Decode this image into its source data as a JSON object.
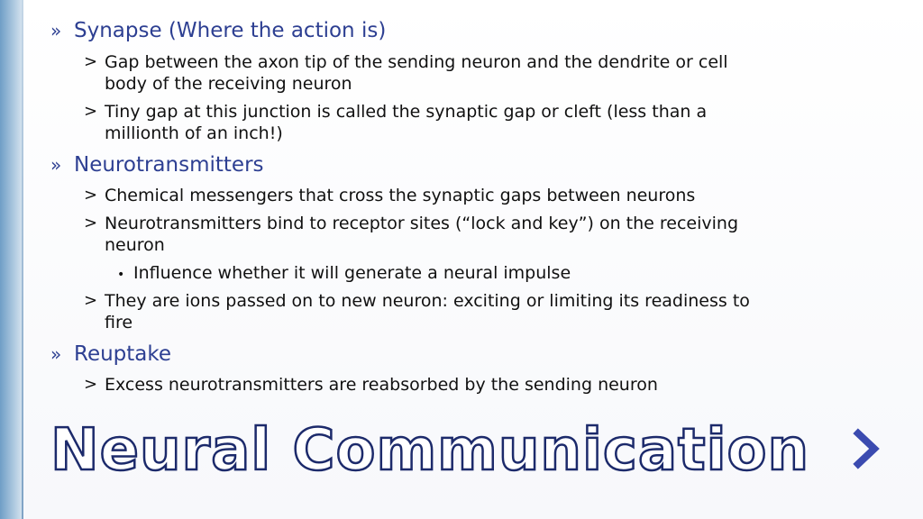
{
  "slide": {
    "title": "Neural Communication",
    "bullets": [
      {
        "marker": "»",
        "text": "Synapse  (Where the action is)",
        "children": [
          {
            "marker": ">",
            "lines": [
              "Gap between the axon tip of the sending neuron and the dendrite or cell",
              "body of the receiving neuron"
            ]
          },
          {
            "marker": ">",
            "lines": [
              "Tiny gap at this junction is called the synaptic gap or cleft  (less than a",
              "millionth of an inch!)"
            ]
          }
        ]
      },
      {
        "marker": "»",
        "text": "Neurotransmitters",
        "children": [
          {
            "marker": ">",
            "lines": [
              "Chemical messengers that cross the synaptic gaps between neurons"
            ]
          },
          {
            "marker": ">",
            "lines": [
              "Neurotransmitters bind to receptor sites (“lock and key”) on the receiving",
              "neuron"
            ]
          },
          {
            "marker": "•",
            "lines": [
              "Influence whether it will generate a neural impulse"
            ]
          },
          {
            "marker": ">",
            "lines": [
              "They are ions passed on to new neuron: exciting or limiting its readiness to",
              "fire"
            ]
          }
        ]
      },
      {
        "marker": "»",
        "text": "Reuptake",
        "children": [
          {
            "marker": ">",
            "lines": [
              "Excess neurotransmitters are reabsorbed by the sending neuron"
            ]
          }
        ]
      }
    ]
  },
  "colors": {
    "heading": "#2d3f92",
    "body": "#111111",
    "title_outline": "#1c2a6b",
    "arrow": "#3b4bb0",
    "accent_bar": "#6f9ec6"
  },
  "icons": {
    "next": "chevron-right-icon"
  }
}
